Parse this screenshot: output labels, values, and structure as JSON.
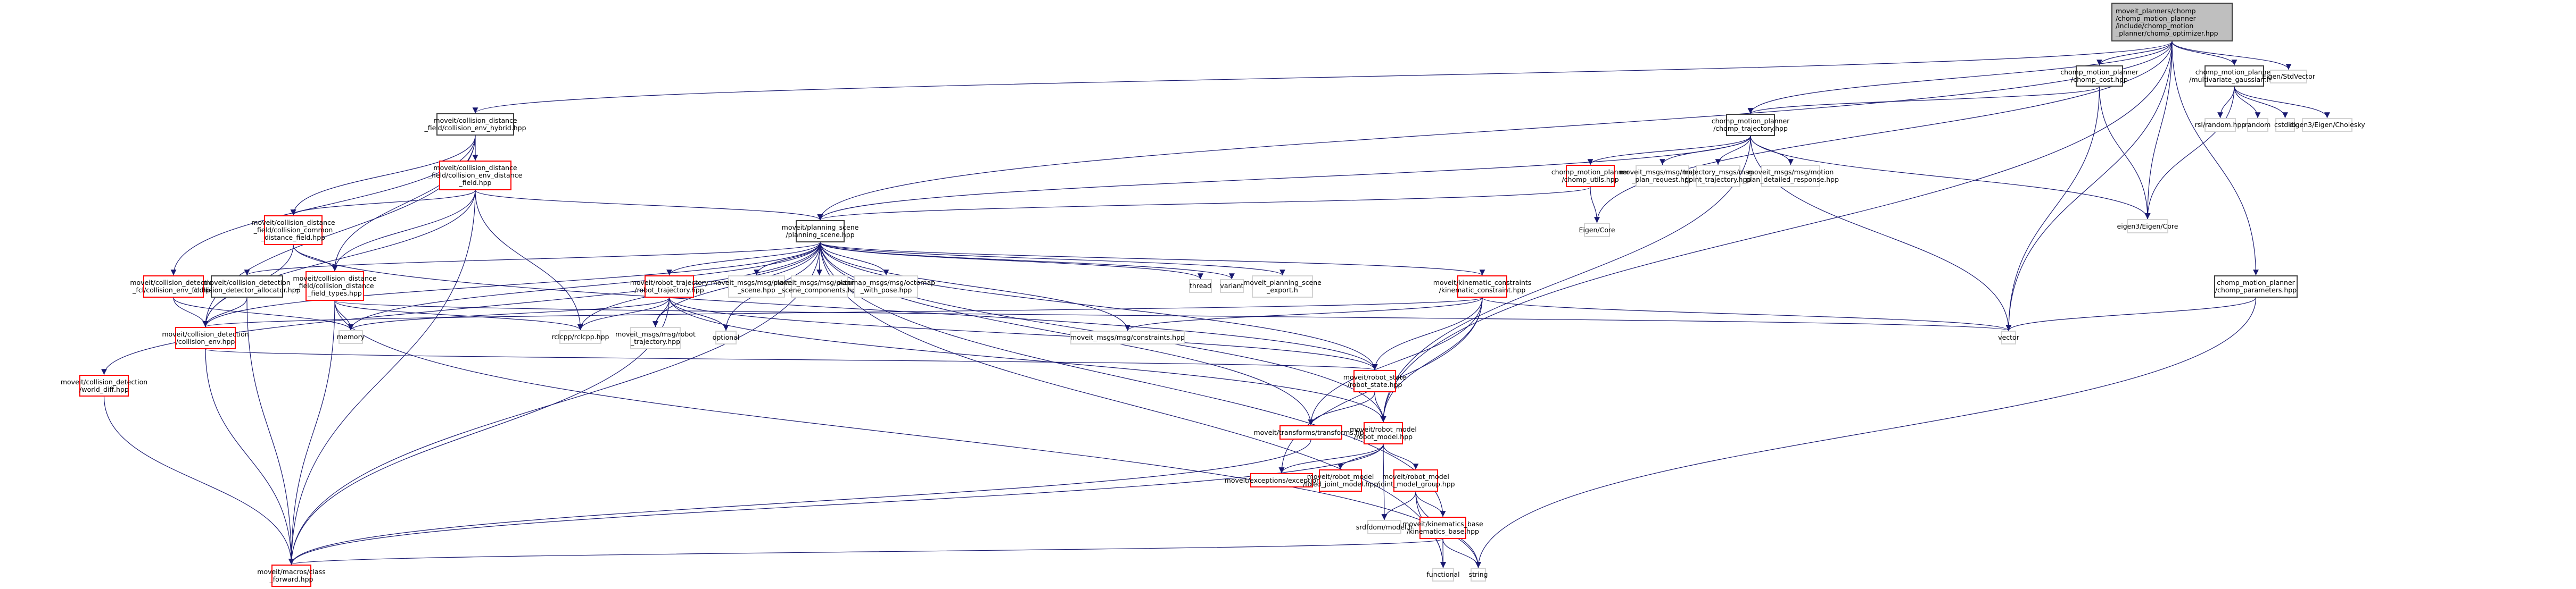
{
  "colors": {
    "edge": "#191970",
    "root_fill": "#bfbfbf",
    "documented_border": "#404040",
    "truncated_border": "#ff0000",
    "external_border": "#d3d3d3"
  },
  "nodes": [
    {
      "id": "root",
      "label": "moveit_planners/chomp\n/chomp_motion_planner\n/include/chomp_motion\n_planner/chomp_optimizer.hpp",
      "kind": "root"
    },
    {
      "id": "cd_hybrid",
      "label": "moveit/collision_distance\n_field/collision_env_hybrid.hpp",
      "kind": "doc"
    },
    {
      "id": "cd_envdf",
      "label": "moveit/collision_distance\n_field/collision_env_distance\n_field.hpp",
      "kind": "red"
    },
    {
      "id": "cd_common",
      "label": "moveit/collision_distance\n_field/collision_common\n_distance_field.hpp",
      "kind": "red"
    },
    {
      "id": "cd_types",
      "label": "moveit/collision_distance\n_field/collision_distance\n_field_types.hpp",
      "kind": "red"
    },
    {
      "id": "cdet_fcl",
      "label": "moveit/collision_detection\n_fcl/collision_env_fcl.hpp",
      "kind": "red"
    },
    {
      "id": "cdet_alloc",
      "label": "moveit/collision_detection\n/collision_detector_allocator.hpp",
      "kind": "doc"
    },
    {
      "id": "cdet_env",
      "label": "moveit/collision_detection\n/collision_env.hpp",
      "kind": "red"
    },
    {
      "id": "cdet_world",
      "label": "moveit/collision_detection\n/world_diff.hpp",
      "kind": "red"
    },
    {
      "id": "memory",
      "label": "memory",
      "kind": "ext"
    },
    {
      "id": "rclcpp",
      "label": "rclcpp/rclcpp.hpp",
      "kind": "ext"
    },
    {
      "id": "planning_scene",
      "label": "moveit/planning_scene\n/planning_scene.hpp",
      "kind": "doc"
    },
    {
      "id": "robot_traj",
      "label": "moveit/robot_trajectory\n/robot_trajectory.hpp",
      "kind": "red"
    },
    {
      "id": "msg_robot_traj",
      "label": "moveit_msgs/msg/robot\n_trajectory.hpp",
      "kind": "ext"
    },
    {
      "id": "optional",
      "label": "optional",
      "kind": "ext"
    },
    {
      "id": "msg_ps",
      "label": "moveit_msgs/msg/planning\n_scene.hpp",
      "kind": "ext"
    },
    {
      "id": "msg_psc",
      "label": "moveit_msgs/msg/planning\n_scene_components.hpp",
      "kind": "ext"
    },
    {
      "id": "octomap",
      "label": "octomap_msgs/msg/octomap\n_with_pose.hpp",
      "kind": "ext"
    },
    {
      "id": "thread",
      "label": "thread",
      "kind": "ext"
    },
    {
      "id": "variant",
      "label": "variant",
      "kind": "ext"
    },
    {
      "id": "ps_export",
      "label": "moveit_planning_scene\n_export.h",
      "kind": "ext"
    },
    {
      "id": "msg_constraints",
      "label": "moveit_msgs/msg/constraints.hpp",
      "kind": "ext"
    },
    {
      "id": "kin_constraint",
      "label": "moveit/kinematic_constraints\n/kinematic_constraint.hpp",
      "kind": "red"
    },
    {
      "id": "robot_state",
      "label": "moveit/robot_state\n/robot_state.hpp",
      "kind": "red"
    },
    {
      "id": "transforms",
      "label": "moveit/transforms/transforms.hpp",
      "kind": "red"
    },
    {
      "id": "robot_model",
      "label": "moveit/robot_model\n/robot_model.hpp",
      "kind": "red"
    },
    {
      "id": "exceptions",
      "label": "moveit/exceptions/exceptions.hpp",
      "kind": "red"
    },
    {
      "id": "fixed_joint",
      "label": "moveit/robot_model\n/fixed_joint_model.hpp",
      "kind": "red"
    },
    {
      "id": "jmg",
      "label": "moveit/robot_model\n/joint_model_group.hpp",
      "kind": "red"
    },
    {
      "id": "srdf",
      "label": "srdfdom/model.h",
      "kind": "ext"
    },
    {
      "id": "kin_base",
      "label": "moveit/kinematics_base\n/kinematics_base.hpp",
      "kind": "red"
    },
    {
      "id": "functional",
      "label": "functional",
      "kind": "ext"
    },
    {
      "id": "string",
      "label": "string",
      "kind": "ext"
    },
    {
      "id": "class_fwd",
      "label": "moveit/macros/class\n_forward.hpp",
      "kind": "red"
    },
    {
      "id": "chomp_cost",
      "label": "chomp_motion_planner\n/chomp_cost.hpp",
      "kind": "doc"
    },
    {
      "id": "chomp_traj",
      "label": "chomp_motion_planner\n/chomp_trajectory.hpp",
      "kind": "doc"
    },
    {
      "id": "chomp_utils",
      "label": "chomp_motion_planner\n/chomp_utils.hpp",
      "kind": "red"
    },
    {
      "id": "msg_mpr",
      "label": "moveit_msgs/msg/motion\n_plan_request.hpp",
      "kind": "ext"
    },
    {
      "id": "joint_traj",
      "label": "trajectory_msgs/msg\n/joint_trajectory.hpp",
      "kind": "ext"
    },
    {
      "id": "msg_mpdr",
      "label": "moveit_msgs/msg/motion\n_plan_detailed_response.hpp",
      "kind": "ext"
    },
    {
      "id": "eigen_core",
      "label": "Eigen/Core",
      "kind": "ext"
    },
    {
      "id": "eigen3_core",
      "label": "eigen3/Eigen/Core",
      "kind": "ext"
    },
    {
      "id": "vector",
      "label": "vector",
      "kind": "ext"
    },
    {
      "id": "mvg",
      "label": "chomp_motion_planner\n/multivariate_gaussian.hpp",
      "kind": "doc"
    },
    {
      "id": "rsl_random",
      "label": "rsl/random.hpp",
      "kind": "ext"
    },
    {
      "id": "random",
      "label": "random",
      "kind": "ext"
    },
    {
      "id": "cstdlib",
      "label": "cstdlib",
      "kind": "ext"
    },
    {
      "id": "cholesky",
      "label": "eigen3/Eigen/Cholesky",
      "kind": "ext"
    },
    {
      "id": "stdvector",
      "label": "Eigen/StdVector",
      "kind": "ext"
    },
    {
      "id": "chomp_params",
      "label": "chomp_motion_planner\n/chomp_parameters.hpp",
      "kind": "doc"
    }
  ],
  "edges": [
    [
      "root",
      "cd_hybrid"
    ],
    [
      "root",
      "planning_scene"
    ],
    [
      "root",
      "chomp_cost"
    ],
    [
      "root",
      "chomp_traj"
    ],
    [
      "root",
      "mvg"
    ],
    [
      "root",
      "stdvector"
    ],
    [
      "root",
      "eigen3_core"
    ],
    [
      "root",
      "eigen_core"
    ],
    [
      "root",
      "vector"
    ],
    [
      "root",
      "chomp_params"
    ],
    [
      "root",
      "robot_model"
    ],
    [
      "cd_hybrid",
      "cd_envdf"
    ],
    [
      "cd_hybrid",
      "cd_common"
    ],
    [
      "cd_hybrid",
      "cd_types"
    ],
    [
      "cd_hybrid",
      "cdet_fcl"
    ],
    [
      "cd_hybrid",
      "cdet_env"
    ],
    [
      "cd_envdf",
      "cd_common"
    ],
    [
      "cd_envdf",
      "cd_types"
    ],
    [
      "cd_envdf",
      "planning_scene"
    ],
    [
      "cd_envdf",
      "cdet_env"
    ],
    [
      "cd_envdf",
      "class_fwd"
    ],
    [
      "cd_envdf",
      "rclcpp"
    ],
    [
      "cd_common",
      "cd_types"
    ],
    [
      "cd_common",
      "cdet_env"
    ],
    [
      "cd_common",
      "robot_state"
    ],
    [
      "cd_types",
      "memory"
    ],
    [
      "cd_types",
      "rclcpp"
    ],
    [
      "cd_types",
      "vector"
    ],
    [
      "cd_types",
      "string"
    ],
    [
      "cd_types",
      "class_fwd"
    ],
    [
      "cdet_fcl",
      "cdet_env"
    ],
    [
      "cdet_fcl",
      "memory"
    ],
    [
      "cdet_alloc",
      "cdet_env"
    ],
    [
      "cdet_alloc",
      "class_fwd"
    ],
    [
      "cdet_env",
      "robot_state"
    ],
    [
      "cdet_env",
      "class_fwd"
    ],
    [
      "cdet_world",
      "class_fwd"
    ],
    [
      "planning_scene",
      "cdet_env"
    ],
    [
      "planning_scene",
      "cdet_alloc"
    ],
    [
      "planning_scene",
      "cdet_world"
    ],
    [
      "planning_scene",
      "robot_traj"
    ],
    [
      "planning_scene",
      "msg_ps"
    ],
    [
      "planning_scene",
      "msg_psc"
    ],
    [
      "planning_scene",
      "octomap"
    ],
    [
      "planning_scene",
      "thread"
    ],
    [
      "planning_scene",
      "variant"
    ],
    [
      "planning_scene",
      "ps_export"
    ],
    [
      "planning_scene",
      "kin_constraint"
    ],
    [
      "planning_scene",
      "msg_constraints"
    ],
    [
      "planning_scene",
      "optional"
    ],
    [
      "planning_scene",
      "memory"
    ],
    [
      "planning_scene",
      "rclcpp"
    ],
    [
      "planning_scene",
      "msg_robot_traj"
    ],
    [
      "planning_scene",
      "robot_state"
    ],
    [
      "planning_scene",
      "transforms"
    ],
    [
      "planning_scene",
      "robot_model"
    ],
    [
      "planning_scene",
      "class_fwd"
    ],
    [
      "planning_scene",
      "functional"
    ],
    [
      "planning_scene",
      "kin_base"
    ],
    [
      "robot_traj",
      "msg_robot_traj"
    ],
    [
      "robot_traj",
      "optional"
    ],
    [
      "robot_traj",
      "rclcpp"
    ],
    [
      "robot_traj",
      "memory"
    ],
    [
      "robot_traj",
      "robot_state"
    ],
    [
      "robot_traj",
      "robot_model"
    ],
    [
      "robot_traj",
      "class_fwd"
    ],
    [
      "kin_constraint",
      "msg_constraints"
    ],
    [
      "kin_constraint",
      "robot_state"
    ],
    [
      "kin_constraint",
      "robot_model"
    ],
    [
      "kin_constraint",
      "transforms"
    ],
    [
      "kin_constraint",
      "vector"
    ],
    [
      "kin_constraint",
      "cdet_env"
    ],
    [
      "kin_constraint",
      "exceptions"
    ],
    [
      "robot_state",
      "transforms"
    ],
    [
      "robot_state",
      "robot_model"
    ],
    [
      "transforms",
      "class_fwd"
    ],
    [
      "robot_model",
      "exceptions"
    ],
    [
      "robot_model",
      "fixed_joint"
    ],
    [
      "robot_model",
      "jmg"
    ],
    [
      "robot_model",
      "srdf"
    ],
    [
      "robot_model",
      "class_fwd"
    ],
    [
      "jmg",
      "srdf"
    ],
    [
      "jmg",
      "kin_base"
    ],
    [
      "jmg",
      "functional"
    ],
    [
      "jmg",
      "string"
    ],
    [
      "kin_base",
      "functional"
    ],
    [
      "kin_base",
      "string"
    ],
    [
      "kin_base",
      "class_fwd"
    ],
    [
      "chomp_cost",
      "chomp_traj"
    ],
    [
      "chomp_cost",
      "eigen3_core"
    ],
    [
      "chomp_cost",
      "vector"
    ],
    [
      "chomp_traj",
      "chomp_utils"
    ],
    [
      "chomp_traj",
      "msg_mpr"
    ],
    [
      "chomp_traj",
      "joint_traj"
    ],
    [
      "chomp_traj",
      "msg_mpdr"
    ],
    [
      "chomp_traj",
      "eigen3_core"
    ],
    [
      "chomp_traj",
      "vector"
    ],
    [
      "chomp_traj",
      "planning_scene"
    ],
    [
      "chomp_traj",
      "robot_model"
    ],
    [
      "chomp_utils",
      "planning_scene"
    ],
    [
      "chomp_utils",
      "eigen_core"
    ],
    [
      "mvg",
      "rsl_random"
    ],
    [
      "mvg",
      "random"
    ],
    [
      "mvg",
      "cstdlib"
    ],
    [
      "mvg",
      "cholesky"
    ],
    [
      "mvg",
      "eigen3_core"
    ],
    [
      "chomp_params",
      "vector"
    ],
    [
      "chomp_params",
      "string"
    ]
  ]
}
